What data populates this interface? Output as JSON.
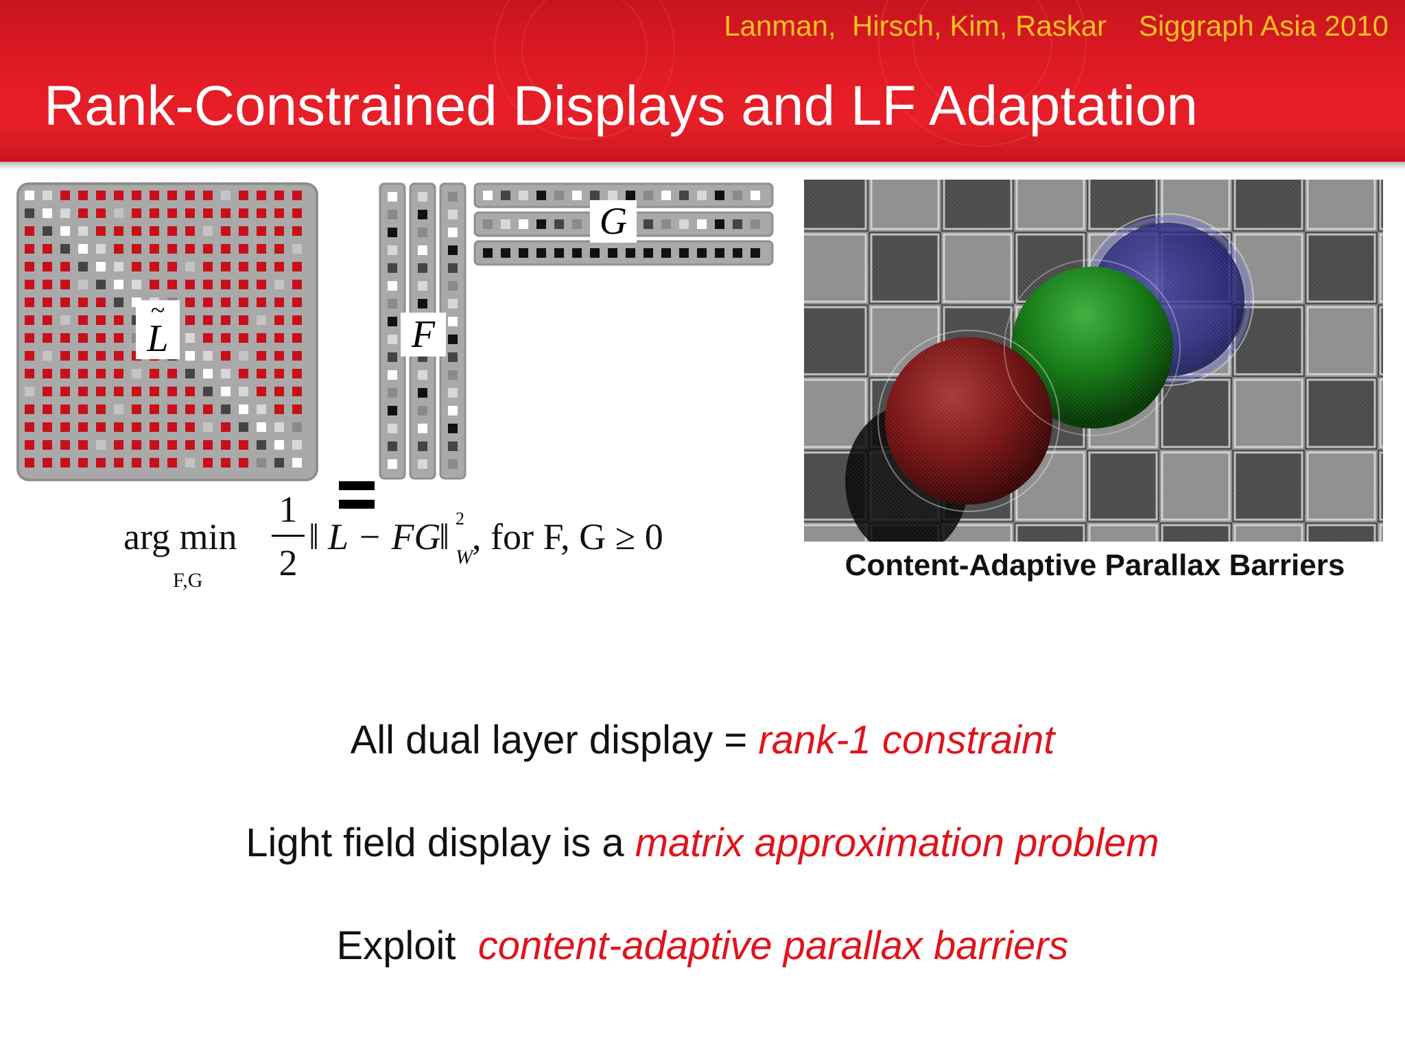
{
  "header": {
    "authors": "Lanman,  Hirsch, Kim, Raskar    Siggraph Asia 2010",
    "title": "Rank-Constrained Displays and LF Adaptation"
  },
  "figure": {
    "matrix_label": "L",
    "f_label": "F",
    "g_label": "G",
    "formula": {
      "argmin": "arg min",
      "subscript": "F,G",
      "frac_num": "1",
      "frac_den": "2",
      "body": "L − FG",
      "norm_sup": "2",
      "norm_sub": "W",
      "tail": ", for F, G ≥ 0"
    }
  },
  "image_caption": "Content-Adaptive Parallax Barriers",
  "bullets": [
    {
      "plain": "All dual layer display = ",
      "emphasis": "rank-1 constraint"
    },
    {
      "plain": "Light field display is a ",
      "emphasis": "matrix approximation problem"
    },
    {
      "plain": "Exploit  ",
      "emphasis": "content-adaptive parallax barriers"
    }
  ],
  "colors": {
    "header_red": "#e11b25",
    "author_yellow": "#f7c21f",
    "emphasis_red": "#e0141c",
    "cell_red": "#c8101a",
    "panel_gray": "#a9a9a9"
  }
}
